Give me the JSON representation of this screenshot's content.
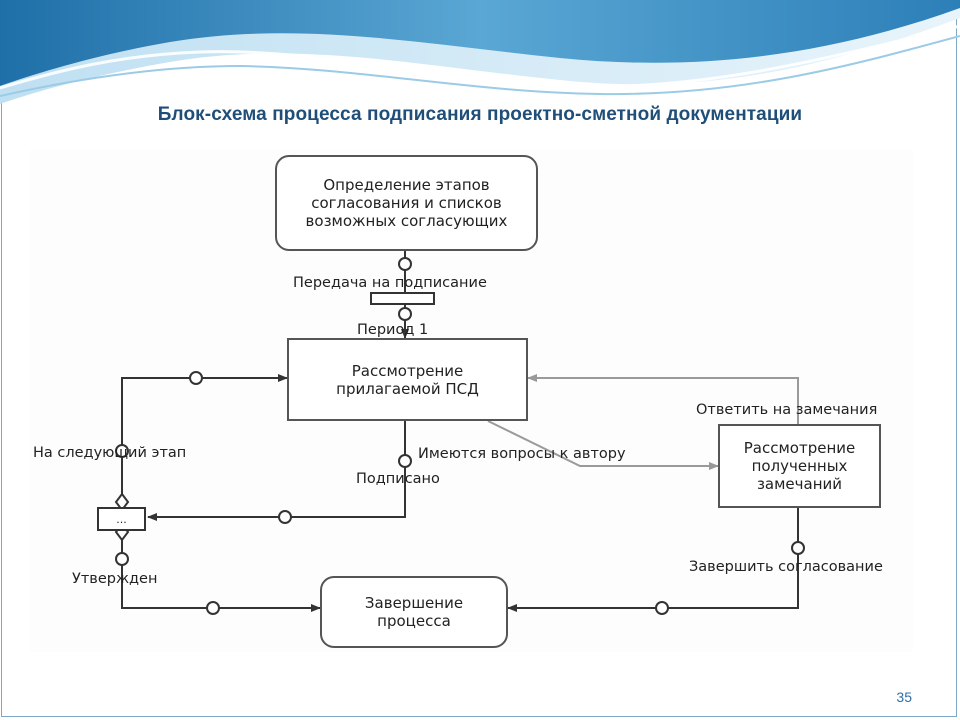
{
  "slide": {
    "title": "Блок-схема процесса подписания проектно-сметной документации",
    "page_number": "35",
    "accent_color": "#1f4e79"
  },
  "diagram": {
    "nodes": {
      "define_stages": "Определение этапов\nсогласования и списков\nвозможных согласующих",
      "review_psd": "Рассмотрение\nприлагаемой ПСД",
      "review_remarks": "Рассмотрение\nполученных\nзамечаний",
      "finish_process": "Завершение\nпроцесса"
    },
    "junction_label": "...",
    "edge_labels": {
      "send_to_sign": "Передача на подписание",
      "period": "Период 1",
      "next_stage": "На следующий этап",
      "questions_to_author": "Имеются вопросы к автору",
      "signed": "Подписано",
      "answer_remarks": "Ответить на замечания",
      "approved": "Утвержден",
      "finish_approval": "Завершить согласование"
    }
  }
}
